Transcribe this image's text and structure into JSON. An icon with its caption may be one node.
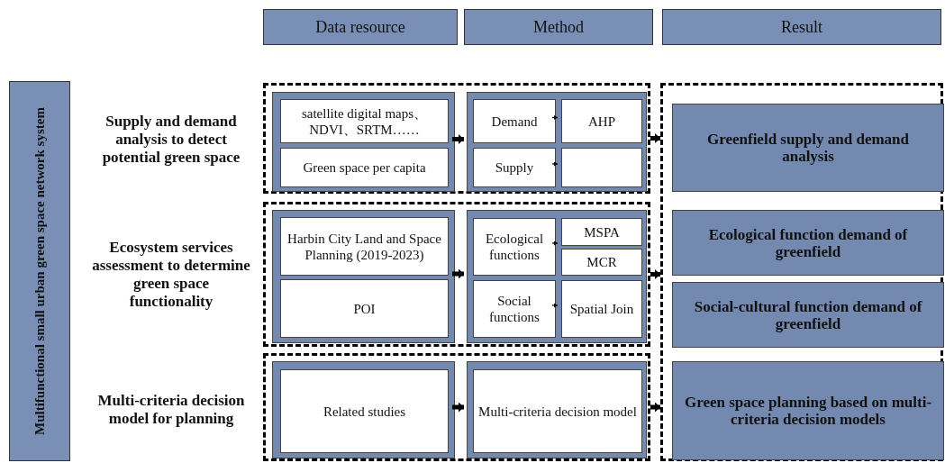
{
  "diagram": {
    "nodes": [
      {
        "text": [
          "Data resource"
        ]
      },
      {
        "text": [
          "Method"
        ]
      },
      {
        "text": [
          "Result"
        ]
      },
      {
        "text": [
          "Multifunctional small urban green space network system"
        ]
      },
      {
        "text": [],
        "shape": "box"
      },
      {
        "text": [],
        "shape": "box",
        "in": 4
      },
      {
        "text": [
          "satellite digital maps、 NDVI、SRTM……"
        ],
        "in": 5
      },
      {
        "text": [
          "Green space per capita"
        ],
        "in": 5
      },
      {
        "text": [],
        "shape": "box",
        "in": 4
      },
      {
        "text": [
          "Demand"
        ],
        "in": 8
      },
      {
        "text": [
          "AHP"
        ],
        "in": 8
      },
      {
        "text": [
          "Supply"
        ],
        "in": 8
      },
      {
        "text": [],
        "shape": "box",
        "in": 8
      },
      {
        "text": [],
        "shape": "box"
      },
      {
        "text": [],
        "shape": "box",
        "in": 13
      },
      {
        "text": [
          "Harbin City Land and Space Planning (2019-2023)"
        ],
        "in": 14
      },
      {
        "text": [
          "POI"
        ],
        "in": 14
      },
      {
        "text": [],
        "shape": "box",
        "in": 13
      },
      {
        "text": [
          "Ecological functions"
        ],
        "in": 17
      },
      {
        "text": [
          "MSPA"
        ],
        "in": 17
      },
      {
        "text": [
          "MCR"
        ],
        "in": 17
      },
      {
        "text": [
          "Social functions"
        ],
        "in": 17
      },
      {
        "text": [
          "Spatial Join"
        ],
        "in": 17
      },
      {
        "text": [],
        "shape": "box"
      },
      {
        "text": [],
        "shape": "box",
        "in": 23
      },
      {
        "text": [
          "Related studies"
        ],
        "in": 24
      },
      {
        "text": [],
        "shape": "box",
        "in": 23
      },
      {
        "text": [
          "Multi-criteria decision model"
        ],
        "in": 26
      },
      {
        "text": [],
        "shape": "box"
      },
      {
        "text": [
          "Greenfield supply and demand analysis"
        ],
        "in": 28
      },
      {
        "text": [
          "Ecological function demand of greenfield"
        ],
        "in": 28
      },
      {
        "text": [
          "Social-cultural function demand of greenfield"
        ],
        "in": 28
      },
      {
        "text": [
          "Green space planning based on multi-criteria decision models"
        ],
        "in": 28
      }
    ],
    "edges": [
      {
        "from": 5,
        "to": 8,
        "arrow": "to"
      },
      {
        "from": 9,
        "to": 10,
        "arrow": "to"
      },
      {
        "from": 11,
        "to": 12,
        "arrow": "to"
      },
      {
        "from": 4,
        "to": 28,
        "arrow": "to"
      },
      {
        "from": 14,
        "to": 17,
        "arrow": "to"
      },
      {
        "from": 18,
        "to": 19,
        "arrow": "to"
      },
      {
        "from": 18,
        "to": 20,
        "arrow": "to"
      },
      {
        "from": 21,
        "to": 22,
        "arrow": "to"
      },
      {
        "from": 13,
        "to": 28,
        "arrow": "to"
      },
      {
        "from": 24,
        "to": 26,
        "arrow": "to"
      },
      {
        "from": 23,
        "to": 28,
        "arrow": "to"
      }
    ],
    "labels": [
      "Supply and demand analysis to detect potential green space",
      "Ecosystem services assessment to determine green space functionality",
      "Multi-criteria decision model for planning"
    ]
  }
}
